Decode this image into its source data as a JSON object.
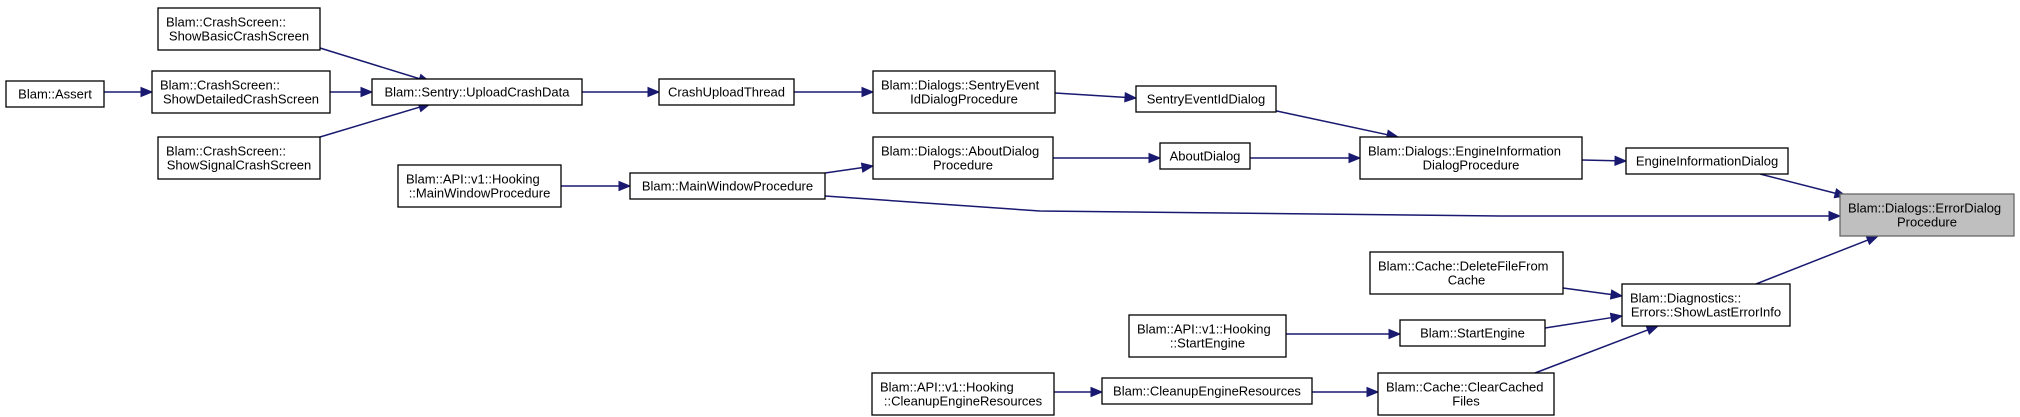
{
  "graph": {
    "nodes": [
      {
        "id": "assert",
        "lines": [
          "Blam::Assert"
        ]
      },
      {
        "id": "basic_crash",
        "lines": [
          "Blam::CrashScreen::",
          "ShowBasicCrashScreen"
        ]
      },
      {
        "id": "detailed_crash",
        "lines": [
          "Blam::CrashScreen::",
          "ShowDetailedCrashScreen"
        ]
      },
      {
        "id": "signal_crash",
        "lines": [
          "Blam::CrashScreen::",
          "ShowSignalCrashScreen"
        ]
      },
      {
        "id": "upload_crash",
        "lines": [
          "Blam::Sentry::UploadCrashData"
        ]
      },
      {
        "id": "crash_upload_thread",
        "lines": [
          "CrashUploadThread"
        ]
      },
      {
        "id": "sentry_proc",
        "lines": [
          "Blam::Dialogs::SentryEvent",
          "IdDialogProcedure"
        ]
      },
      {
        "id": "sentry_dialog",
        "lines": [
          "SentryEventIdDialog"
        ]
      },
      {
        "id": "api_mainwindow",
        "lines": [
          "Blam::API::v1::Hooking",
          "::MainWindowProcedure"
        ]
      },
      {
        "id": "mainwindow",
        "lines": [
          "Blam::MainWindowProcedure"
        ]
      },
      {
        "id": "about_proc",
        "lines": [
          "Blam::Dialogs::AboutDialog",
          "Procedure"
        ]
      },
      {
        "id": "about_dialog",
        "lines": [
          "AboutDialog"
        ]
      },
      {
        "id": "engineinfo_proc",
        "lines": [
          "Blam::Dialogs::EngineInformation",
          "DialogProcedure"
        ]
      },
      {
        "id": "engineinfo_dialog",
        "lines": [
          "EngineInformationDialog"
        ]
      },
      {
        "id": "error_proc",
        "lines": [
          "Blam::Dialogs::ErrorDialog",
          "Procedure"
        ]
      },
      {
        "id": "delete_file",
        "lines": [
          "Blam::Cache::DeleteFileFrom",
          "Cache"
        ]
      },
      {
        "id": "show_last_error",
        "lines": [
          "Blam::Diagnostics::",
          "Errors::ShowLastErrorInfo"
        ]
      },
      {
        "id": "api_startengine",
        "lines": [
          "Blam::API::v1::Hooking",
          "::StartEngine"
        ]
      },
      {
        "id": "startengine",
        "lines": [
          "Blam::StartEngine"
        ]
      },
      {
        "id": "api_cleanup",
        "lines": [
          "Blam::API::v1::Hooking",
          "::CleanupEngineResources"
        ]
      },
      {
        "id": "cleanup",
        "lines": [
          "Blam::CleanupEngineResources"
        ]
      },
      {
        "id": "clear_cached",
        "lines": [
          "Blam::Cache::ClearCached",
          "Files"
        ]
      }
    ],
    "edges": [
      [
        "assert",
        "detailed_crash"
      ],
      [
        "basic_crash",
        "upload_crash"
      ],
      [
        "detailed_crash",
        "upload_crash"
      ],
      [
        "signal_crash",
        "upload_crash"
      ],
      [
        "upload_crash",
        "crash_upload_thread"
      ],
      [
        "crash_upload_thread",
        "sentry_proc"
      ],
      [
        "sentry_proc",
        "sentry_dialog"
      ],
      [
        "sentry_dialog",
        "engineinfo_proc"
      ],
      [
        "api_mainwindow",
        "mainwindow"
      ],
      [
        "mainwindow",
        "about_proc"
      ],
      [
        "mainwindow",
        "error_proc"
      ],
      [
        "about_proc",
        "about_dialog"
      ],
      [
        "about_dialog",
        "engineinfo_proc"
      ],
      [
        "engineinfo_proc",
        "engineinfo_dialog"
      ],
      [
        "engineinfo_dialog",
        "error_proc"
      ],
      [
        "show_last_error",
        "error_proc"
      ],
      [
        "delete_file",
        "show_last_error"
      ],
      [
        "api_startengine",
        "startengine"
      ],
      [
        "startengine",
        "show_last_error"
      ],
      [
        "api_cleanup",
        "cleanup"
      ],
      [
        "cleanup",
        "clear_cached"
      ],
      [
        "clear_cached",
        "show_last_error"
      ]
    ]
  }
}
